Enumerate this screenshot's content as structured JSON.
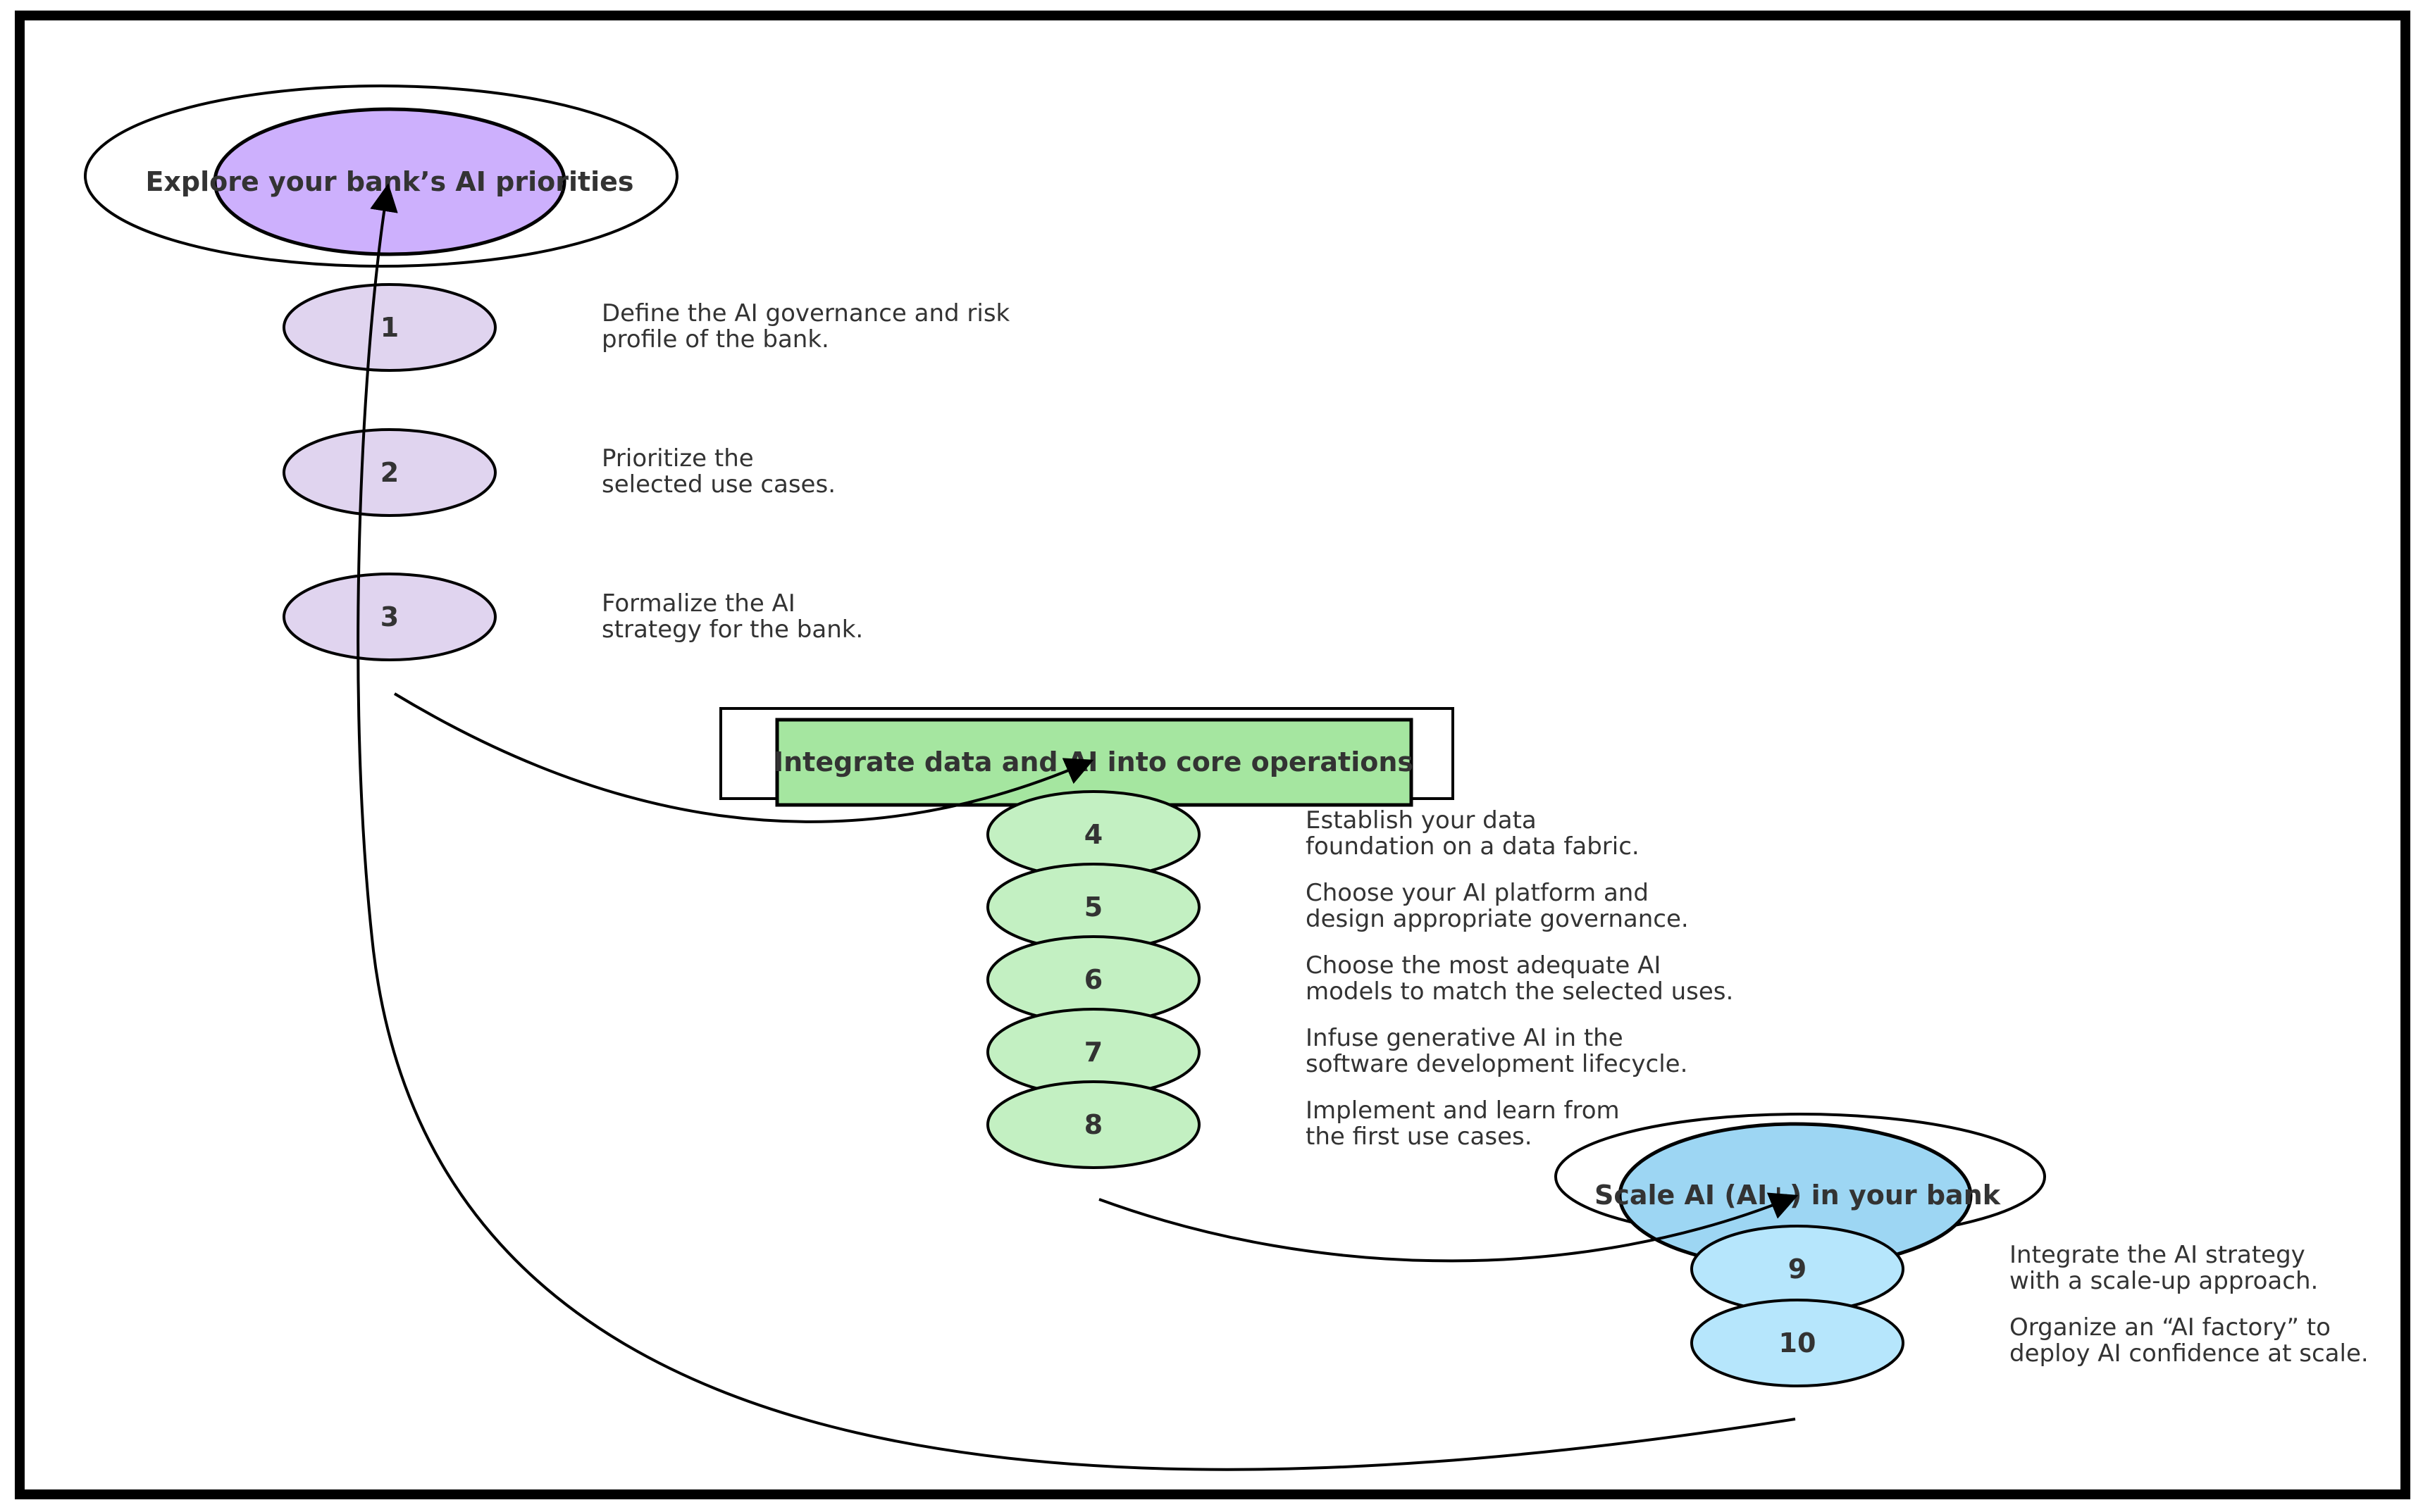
{
  "colors": {
    "frame": "#000000",
    "text": "#333333",
    "stage1_fill": "#cdb0fd",
    "stage1_steps": "#e0d4ef",
    "stage2_fill": "#a5e6a0",
    "stage2_steps": "#c3f0c2",
    "stage3_fill": "#9dd6f3",
    "stage3_steps": "#b6e6fc"
  },
  "stages": [
    {
      "title": "Explore your bank’s AI priorities",
      "steps": [
        {
          "number": "1",
          "desc_line1": "Define the AI governance and risk",
          "desc_line2": "profile of the bank."
        },
        {
          "number": "2",
          "desc_line1": "Prioritize the",
          "desc_line2": "selected use cases."
        },
        {
          "number": "3",
          "desc_line1": "Formalize the AI",
          "desc_line2": "strategy for the bank."
        }
      ]
    },
    {
      "title": "Integrate data and AI into core operations",
      "steps": [
        {
          "number": "4",
          "desc_line1": "Establish your data",
          "desc_line2": "foundation on a data fabric."
        },
        {
          "number": "5",
          "desc_line1": "Choose your AI platform and",
          "desc_line2": "design appropriate governance."
        },
        {
          "number": "6",
          "desc_line1": "Choose the most adequate AI",
          "desc_line2": "models to match the selected uses."
        },
        {
          "number": "7",
          "desc_line1": "Infuse generative AI in the",
          "desc_line2": "software development lifecycle."
        },
        {
          "number": "8",
          "desc_line1": "Implement and learn from",
          "desc_line2": "the first use cases."
        }
      ]
    },
    {
      "title": "Scale AI (AI+) in your bank",
      "steps": [
        {
          "number": "9",
          "desc_line1": "Integrate the AI strategy",
          "desc_line2": "with a scale-up approach."
        },
        {
          "number": "10",
          "desc_line1": "Organize an “AI factory” to",
          "desc_line2": "deploy AI confidence at scale."
        }
      ]
    }
  ]
}
